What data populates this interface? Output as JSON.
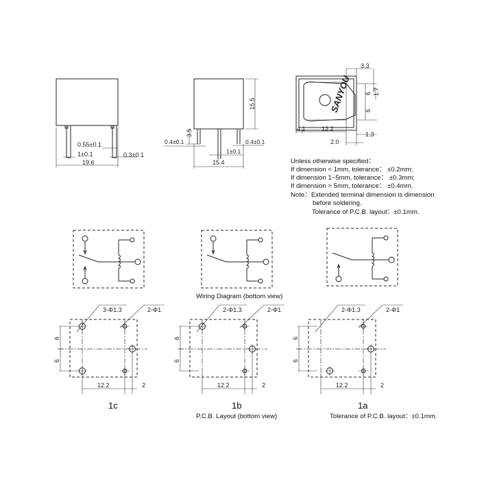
{
  "front_view": {
    "dim_width": "19.6",
    "dim_pin_width": "0.55±0.1",
    "dim_pin_thick": "1±0.1",
    "dim_pin_edge": "0.3±0.1"
  },
  "side_view": {
    "dim_height": "15.5",
    "dim_width": "15.4",
    "dim_pin_len": "3.5",
    "dim_pin_left": "0.4±0.1",
    "dim_pin_right": "0.4±0.1",
    "dim_pin_mid": "1±0.1"
  },
  "top_view": {
    "brand": "SANYOU",
    "dim_3_3": "3.3",
    "dim_6a": "6",
    "dim_6b": "6",
    "dim_1_7": "1.7",
    "dim_4_1": "4.1",
    "dim_12_2": "12.2",
    "dim_1_3": "1.3",
    "dim_2_0": "2.0"
  },
  "notes": [
    "Unless otherwise specified：",
    "If dimension   < 1mm, tolerance： ±0.2mm;",
    "If dimension 1~5mm, tolerance： ±0.3mm;",
    "If dimension   > 5mm, tolerance： ±0.4mm.",
    "Note：Extended terminal dimension is dimension",
    "before soldering.",
    "Tolerance of P.C.B. layout：±0.1mm."
  ],
  "wiring": {
    "caption": "Wiring Diagram (bottom view)"
  },
  "pcb": [
    {
      "label": "1c",
      "hole_label_a": "3-Φ1.3",
      "hole_label_b": "2-Φ1",
      "dim_6a": "6",
      "dim_6b": "6",
      "dim_12_2": "12.2",
      "dim_2": "2"
    },
    {
      "label": "1b",
      "hole_label_a": "2-Φ1.3",
      "hole_label_b": "2-Φ1",
      "dim_6a": "6",
      "dim_6b": "6",
      "dim_12_2": "12.2",
      "dim_2": "2",
      "caption": "P.C.B. Layout (bottom view)"
    },
    {
      "label": "1a",
      "hole_label_a": "2-Φ1.3",
      "hole_label_b": "2-Φ1",
      "dim_6a": "6",
      "dim_6b": "6",
      "dim_12_2": "12.2",
      "dim_2": "2",
      "caption": "Tolerance of P.C.B. layout：±0.1mm."
    }
  ]
}
